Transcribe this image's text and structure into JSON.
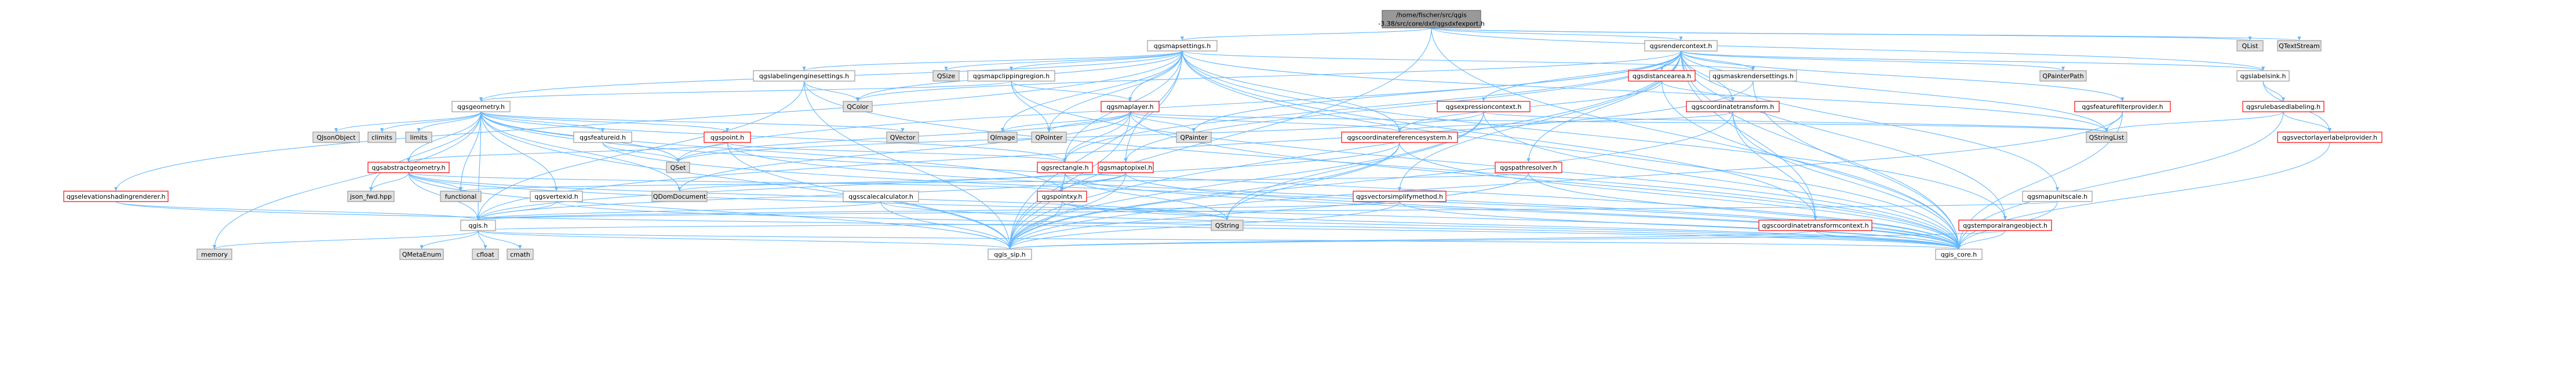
{
  "diagram": {
    "title": "Include dependency graph",
    "colors": {
      "root_fill": "#999999",
      "root_stroke": "#666666",
      "doc_fill": "#ffffff",
      "doc_stroke": "#999999",
      "red_stroke": "#ff0000",
      "sys_fill": "#e0e0e0",
      "sys_stroke": "#999999",
      "edge": "#63b8ff"
    },
    "nodes": [
      {
        "id": "root",
        "label": [
          "/home/fischer/src/qgis",
          "-3.38/src/core/dxf/qgsdxfexport.h"
        ],
        "kind": "root"
      },
      {
        "id": "mapsettings",
        "label": [
          "qgsmapsettings.h"
        ],
        "kind": "doc"
      },
      {
        "id": "rendercontext",
        "label": [
          "qgsrendercontext.h"
        ],
        "kind": "doc"
      },
      {
        "id": "qlist",
        "label": [
          "QList"
        ],
        "kind": "sys"
      },
      {
        "id": "qtextstream",
        "label": [
          "QTextStream"
        ],
        "kind": "sys"
      },
      {
        "id": "labelingengine",
        "label": [
          "qgslabelingenginesettings.h"
        ],
        "kind": "doc"
      },
      {
        "id": "qsize",
        "label": [
          "QSize"
        ],
        "kind": "sys"
      },
      {
        "id": "mapclipping",
        "label": [
          "qgsmapclippingregion.h"
        ],
        "kind": "doc"
      },
      {
        "id": "distancearea",
        "label": [
          "qgsdistancearea.h"
        ],
        "kind": "red"
      },
      {
        "id": "maskrender",
        "label": [
          "qgsmaskrendersettings.h"
        ],
        "kind": "doc"
      },
      {
        "id": "qpainterpath",
        "label": [
          "QPainterPath"
        ],
        "kind": "sys"
      },
      {
        "id": "labelsink",
        "label": [
          "qgslabelsink.h"
        ],
        "kind": "doc"
      },
      {
        "id": "qcolor",
        "label": [
          "QColor"
        ],
        "kind": "sys"
      },
      {
        "id": "geometry",
        "label": [
          "qgsgeometry.h"
        ],
        "kind": "doc"
      },
      {
        "id": "maplayer",
        "label": [
          "qgsmaplayer.h"
        ],
        "kind": "red"
      },
      {
        "id": "exprcontext",
        "label": [
          "qgsexpressioncontext.h"
        ],
        "kind": "red"
      },
      {
        "id": "coordtransform",
        "label": [
          "qgscoordinatetransform.h"
        ],
        "kind": "red"
      },
      {
        "id": "featurefilter",
        "label": [
          "qgsfeaturefilterprovider.h"
        ],
        "kind": "red"
      },
      {
        "id": "rulebased",
        "label": [
          "qgsrulebasedlabeling.h"
        ],
        "kind": "red"
      },
      {
        "id": "qjsonobject",
        "label": [
          "QJsonObject"
        ],
        "kind": "sys"
      },
      {
        "id": "climits",
        "label": [
          "climits"
        ],
        "kind": "sys"
      },
      {
        "id": "limits",
        "label": [
          "limits"
        ],
        "kind": "sys"
      },
      {
        "id": "featureid",
        "label": [
          "qgsfeatureid.h"
        ],
        "kind": "doc"
      },
      {
        "id": "qgspoint",
        "label": [
          "qgspoint.h"
        ],
        "kind": "red"
      },
      {
        "id": "qvector",
        "label": [
          "QVector"
        ],
        "kind": "sys"
      },
      {
        "id": "qimage",
        "label": [
          "QImage"
        ],
        "kind": "sys"
      },
      {
        "id": "qpointer",
        "label": [
          "QPointer"
        ],
        "kind": "sys"
      },
      {
        "id": "qpainter",
        "label": [
          "QPainter"
        ],
        "kind": "sys"
      },
      {
        "id": "crs",
        "label": [
          "qgscoordinatereferencesystem.h"
        ],
        "kind": "red"
      },
      {
        "id": "qstringlist",
        "label": [
          "QStringList"
        ],
        "kind": "sys"
      },
      {
        "id": "vectorlayerlabel",
        "label": [
          "qgsvectorlayerlabelprovider.h"
        ],
        "kind": "red"
      },
      {
        "id": "abstractgeom",
        "label": [
          "qgsabstractgeometry.h"
        ],
        "kind": "red"
      },
      {
        "id": "qset",
        "label": [
          "QSet"
        ],
        "kind": "sys"
      },
      {
        "id": "rectangle",
        "label": [
          "qgsrectangle.h"
        ],
        "kind": "red"
      },
      {
        "id": "maptopixel",
        "label": [
          "qgsmaptopixel.h"
        ],
        "kind": "red"
      },
      {
        "id": "pathresolver",
        "label": [
          "qgspathresolver.h"
        ],
        "kind": "red"
      },
      {
        "id": "elevationshading",
        "label": [
          "qgselevationshadingrenderer.h"
        ],
        "kind": "red"
      },
      {
        "id": "jsonfwd",
        "label": [
          "json_fwd.hpp"
        ],
        "kind": "sys"
      },
      {
        "id": "functional",
        "label": [
          "functional"
        ],
        "kind": "sys"
      },
      {
        "id": "vertexid",
        "label": [
          "qgsvertexid.h"
        ],
        "kind": "doc"
      },
      {
        "id": "qdomdocument",
        "label": [
          "QDomDocument"
        ],
        "kind": "sys"
      },
      {
        "id": "scalecalc",
        "label": [
          "qgsscalecalculator.h"
        ],
        "kind": "doc"
      },
      {
        "id": "pointxy",
        "label": [
          "qgspointxy.h"
        ],
        "kind": "red"
      },
      {
        "id": "vectorsimplify",
        "label": [
          "qgsvectorsimplifymethod.h"
        ],
        "kind": "red"
      },
      {
        "id": "mapunitscale",
        "label": [
          "qgsmapunitscale.h"
        ],
        "kind": "doc"
      },
      {
        "id": "qgsh",
        "label": [
          "qgis.h"
        ],
        "kind": "doc"
      },
      {
        "id": "qstring",
        "label": [
          "QString"
        ],
        "kind": "sys"
      },
      {
        "id": "ctcontext",
        "label": [
          "qgscoordinatetransformcontext.h"
        ],
        "kind": "red"
      },
      {
        "id": "temporalrange",
        "label": [
          "qgstemporalrangeobject.h"
        ],
        "kind": "red"
      },
      {
        "id": "memory",
        "label": [
          "memory"
        ],
        "kind": "sys"
      },
      {
        "id": "qmetaenum",
        "label": [
          "QMetaEnum"
        ],
        "kind": "sys"
      },
      {
        "id": "cfloat",
        "label": [
          "cfloat"
        ],
        "kind": "sys"
      },
      {
        "id": "cmath",
        "label": [
          "cmath"
        ],
        "kind": "sys"
      },
      {
        "id": "qgssip",
        "label": [
          "qgis_sip.h"
        ],
        "kind": "doc"
      },
      {
        "id": "qgiscore",
        "label": [
          "qgis_core.h"
        ],
        "kind": "doc"
      }
    ],
    "edges": [
      [
        "root",
        "mapsettings"
      ],
      [
        "root",
        "rendercontext"
      ],
      [
        "root",
        "qlist"
      ],
      [
        "root",
        "qtextstream"
      ],
      [
        "root",
        "labelsink"
      ],
      [
        "root",
        "qgssip"
      ],
      [
        "root",
        "qgiscore"
      ],
      [
        "mapsettings",
        "labelingengine"
      ],
      [
        "mapsettings",
        "qsize"
      ],
      [
        "mapsettings",
        "mapclipping"
      ],
      [
        "mapsettings",
        "qcolor"
      ],
      [
        "mapsettings",
        "geometry"
      ],
      [
        "mapsettings",
        "maplayer"
      ],
      [
        "mapsettings",
        "crs"
      ],
      [
        "mapsettings",
        "rectangle"
      ],
      [
        "mapsettings",
        "maptopixel"
      ],
      [
        "mapsettings",
        "qimage"
      ],
      [
        "mapsettings",
        "qpointer"
      ],
      [
        "mapsettings",
        "qstringlist"
      ],
      [
        "mapsettings",
        "temporalrange"
      ],
      [
        "mapsettings",
        "ctcontext"
      ],
      [
        "mapsettings",
        "elevationshading"
      ],
      [
        "mapsettings",
        "maskrender"
      ],
      [
        "mapsettings",
        "qgssip"
      ],
      [
        "mapsettings",
        "qgiscore"
      ],
      [
        "rendercontext",
        "distancearea"
      ],
      [
        "rendercontext",
        "maskrender"
      ],
      [
        "rendercontext",
        "qpainterpath"
      ],
      [
        "rendercontext",
        "labelsink"
      ],
      [
        "rendercontext",
        "qcolor"
      ],
      [
        "rendercontext",
        "exprcontext"
      ],
      [
        "rendercontext",
        "coordtransform"
      ],
      [
        "rendercontext",
        "featurefilter"
      ],
      [
        "rendercontext",
        "pathresolver"
      ],
      [
        "rendercontext",
        "mapunitscale"
      ],
      [
        "rendercontext",
        "rectangle"
      ],
      [
        "rendercontext",
        "maptopixel"
      ],
      [
        "rendercontext",
        "vectorsimplify"
      ],
      [
        "rendercontext",
        "qpainter"
      ],
      [
        "rendercontext",
        "ctcontext"
      ],
      [
        "rendercontext",
        "temporalrange"
      ],
      [
        "rendercontext",
        "qstringlist"
      ],
      [
        "rendercontext",
        "qgssip"
      ],
      [
        "rendercontext",
        "qgiscore"
      ],
      [
        "rendercontext",
        "qset"
      ],
      [
        "labelingengine",
        "qcolor"
      ],
      [
        "labelingengine",
        "qgiscore"
      ],
      [
        "labelingengine",
        "qgssip"
      ],
      [
        "labelingengine",
        "qgsh"
      ],
      [
        "mapclipping",
        "geometry"
      ],
      [
        "mapclipping",
        "maplayer"
      ],
      [
        "mapclipping",
        "qpointer"
      ],
      [
        "mapclipping",
        "qgiscore"
      ],
      [
        "distancearea",
        "coordtransform"
      ],
      [
        "distancearea",
        "crs"
      ],
      [
        "distancearea",
        "qgiscore"
      ],
      [
        "maskrender",
        "qgiscore"
      ],
      [
        "maskrender",
        "qgsh"
      ],
      [
        "labelsink",
        "rulebased"
      ],
      [
        "labelsink",
        "vectorlayerlabel"
      ],
      [
        "rulebased",
        "qstringlist"
      ],
      [
        "rulebased",
        "vectorlayerlabel"
      ],
      [
        "rulebased",
        "qgiscore"
      ],
      [
        "vectorlayerlabel",
        "qgiscore"
      ],
      [
        "featurefilter",
        "qstringlist"
      ],
      [
        "featurefilter",
        "qgiscore"
      ],
      [
        "featurefilter",
        "qgssip"
      ],
      [
        "geometry",
        "qjsonobject"
      ],
      [
        "geometry",
        "climits"
      ],
      [
        "geometry",
        "limits"
      ],
      [
        "geometry",
        "featureid"
      ],
      [
        "geometry",
        "qgspoint"
      ],
      [
        "geometry",
        "qvector"
      ],
      [
        "geometry",
        "qset"
      ],
      [
        "geometry",
        "abstractgeom"
      ],
      [
        "geometry",
        "rectangle"
      ],
      [
        "geometry",
        "jsonfwd"
      ],
      [
        "geometry",
        "functional"
      ],
      [
        "geometry",
        "vertexid"
      ],
      [
        "geometry",
        "qgsh"
      ],
      [
        "geometry",
        "qgssip"
      ],
      [
        "geometry",
        "qgiscore"
      ],
      [
        "geometry",
        "memory"
      ],
      [
        "geometry",
        "pointxy"
      ],
      [
        "geometry",
        "qdomdocument"
      ],
      [
        "maplayer",
        "qimage"
      ],
      [
        "maplayer",
        "qpointer"
      ],
      [
        "maplayer",
        "qpainter"
      ],
      [
        "maplayer",
        "crs"
      ],
      [
        "maplayer",
        "rectangle"
      ],
      [
        "maplayer",
        "qgiscore"
      ],
      [
        "maplayer",
        "qgssip"
      ],
      [
        "maplayer",
        "qset"
      ],
      [
        "maplayer",
        "qstringlist"
      ],
      [
        "maplayer",
        "qdomdocument"
      ],
      [
        "exprcontext",
        "qset"
      ],
      [
        "exprcontext",
        "qstringlist"
      ],
      [
        "exprcontext",
        "qgiscore"
      ],
      [
        "exprcontext",
        "qgssip"
      ],
      [
        "exprcontext",
        "qstring"
      ],
      [
        "coordtransform",
        "crs"
      ],
      [
        "coordtransform",
        "ctcontext"
      ],
      [
        "coordtransform",
        "qgiscore"
      ],
      [
        "coordtransform",
        "qgssip"
      ],
      [
        "featureid",
        "qset"
      ],
      [
        "featureid",
        "qgiscore"
      ],
      [
        "qgspoint",
        "abstractgeom"
      ],
      [
        "qgspoint",
        "rectangle"
      ],
      [
        "qgspoint",
        "qgiscore"
      ],
      [
        "qgspoint",
        "qgssip"
      ],
      [
        "crs",
        "qstring"
      ],
      [
        "crs",
        "qgiscore"
      ],
      [
        "crs",
        "qgssip"
      ],
      [
        "crs",
        "qgsh"
      ],
      [
        "abstractgeom",
        "functional"
      ],
      [
        "abstractgeom",
        "jsonfwd"
      ],
      [
        "abstractgeom",
        "qgsh"
      ],
      [
        "abstractgeom",
        "qgssip"
      ],
      [
        "abstractgeom",
        "qgiscore"
      ],
      [
        "abstractgeom",
        "pointxy"
      ],
      [
        "abstractgeom",
        "qstring"
      ],
      [
        "rectangle",
        "pointxy"
      ],
      [
        "rectangle",
        "qgiscore"
      ],
      [
        "rectangle",
        "qgssip"
      ],
      [
        "rectangle",
        "qdomdocument"
      ],
      [
        "rectangle",
        "qstring"
      ],
      [
        "maptopixel",
        "pointxy"
      ],
      [
        "maptopixel",
        "qgsh"
      ],
      [
        "maptopixel",
        "qgiscore"
      ],
      [
        "maptopixel",
        "qgssip"
      ],
      [
        "pathresolver",
        "qgiscore"
      ],
      [
        "pathresolver",
        "functional"
      ],
      [
        "pathresolver",
        "qgssip"
      ],
      [
        "elevationshading",
        "qgsh"
      ],
      [
        "elevationshading",
        "qgiscore"
      ],
      [
        "vertexid",
        "qgsh"
      ],
      [
        "vertexid",
        "qgiscore"
      ],
      [
        "scalecalc",
        "qgsh"
      ],
      [
        "scalecalc",
        "qgiscore"
      ],
      [
        "scalecalc",
        "qgssip"
      ],
      [
        "pointxy",
        "qstring"
      ],
      [
        "pointxy",
        "qgiscore"
      ],
      [
        "pointxy",
        "qgssip"
      ],
      [
        "vectorsimplify",
        "qgiscore"
      ],
      [
        "vectorsimplify",
        "qgssip"
      ],
      [
        "vectorsimplify",
        "qgsh"
      ],
      [
        "mapunitscale",
        "qgiscore"
      ],
      [
        "mapunitscale",
        "qgsh"
      ],
      [
        "qgsh",
        "memory"
      ],
      [
        "qgsh",
        "qmetaenum"
      ],
      [
        "qgsh",
        "cfloat"
      ],
      [
        "qgsh",
        "cmath"
      ],
      [
        "qgsh",
        "qgssip"
      ],
      [
        "qgsh",
        "qgiscore"
      ],
      [
        "qgsh",
        "qstring"
      ],
      [
        "ctcontext",
        "qgiscore"
      ],
      [
        "ctcontext",
        "qgssip"
      ],
      [
        "temporalrange",
        "qgiscore"
      ],
      [
        "temporalrange",
        "qgssip"
      ]
    ]
  }
}
